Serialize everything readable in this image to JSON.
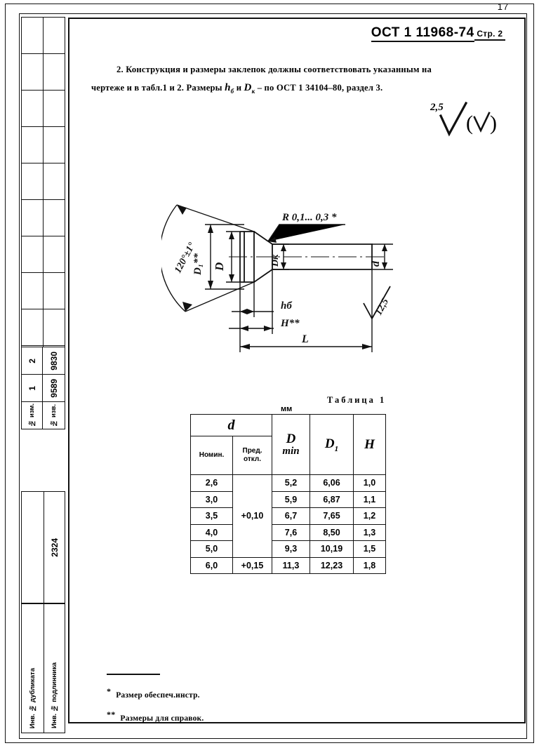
{
  "page": {
    "number": "17",
    "doc_code": "ОСТ 1 11968-74",
    "page_label": "Стр. 2"
  },
  "paragraph": {
    "line1": "2. Конструкция и размеры заклепок должны соответствовать указанным на",
    "line2_a": "чертеже и в табл.1 и 2. Размеры",
    "sym_h": "h",
    "sym_h_sub": "б",
    "conj": "и",
    "sym_Dk": "D",
    "sym_Dk_sub": "к",
    "line2_b": "– по ОСТ 1 34104–80, раздел 3."
  },
  "roughness": {
    "value": "2,5",
    "bracket_open": "(",
    "bracket_close": ")"
  },
  "drawing": {
    "angle": "120°±1°",
    "d1": "D₁**",
    "d": "D",
    "dk": "Dк",
    "radius": "R 0,1... 0,3 *",
    "shaft_d": "d",
    "rough_shaft": "12,5",
    "h_b": "hб",
    "H": "H**",
    "L": "L"
  },
  "table": {
    "caption": "Таблица 1",
    "unit": "мм",
    "header_group": "d",
    "headers": {
      "nominal": "Номин.",
      "deviation_l1": "Пред.",
      "deviation_l2": "откл.",
      "D": "D",
      "Dmin": "min",
      "D1": "D",
      "D1_sub": "1",
      "H": "H"
    },
    "rows": [
      {
        "nominal": "2,6",
        "deviation": "+0,10",
        "dmin": "5,2",
        "d1": "6,06",
        "h": "1,0"
      },
      {
        "nominal": "3,0",
        "deviation": "",
        "dmin": "5,9",
        "d1": "6,87",
        "h": "1,1"
      },
      {
        "nominal": "3,5",
        "deviation": "",
        "dmin": "6,7",
        "d1": "7,65",
        "h": "1,2"
      },
      {
        "nominal": "4,0",
        "deviation": "",
        "dmin": "7,6",
        "d1": "8,50",
        "h": "1,3"
      },
      {
        "nominal": "5,0",
        "deviation": "",
        "dmin": "9,3",
        "d1": "10,19",
        "h": "1,5"
      },
      {
        "nominal": "6,0",
        "deviation": "+0,15",
        "dmin": "11,3",
        "d1": "12,23",
        "h": "1,8"
      }
    ]
  },
  "footnotes": {
    "one_mark": "*",
    "one_text": "Размер обеспеч.инстр.",
    "two_mark": "**",
    "two_text": "Размеры для справок."
  },
  "stamp": {
    "rev_label": "№ изм.",
    "izv_label": "№ изв.",
    "rev1": "1",
    "izv1": "9589",
    "rev2": "2",
    "izv2": "9830",
    "number_2324": "2324",
    "inv_duplicate": "Инв. № дубликата",
    "inv_original": "Инв. № подлинника"
  }
}
